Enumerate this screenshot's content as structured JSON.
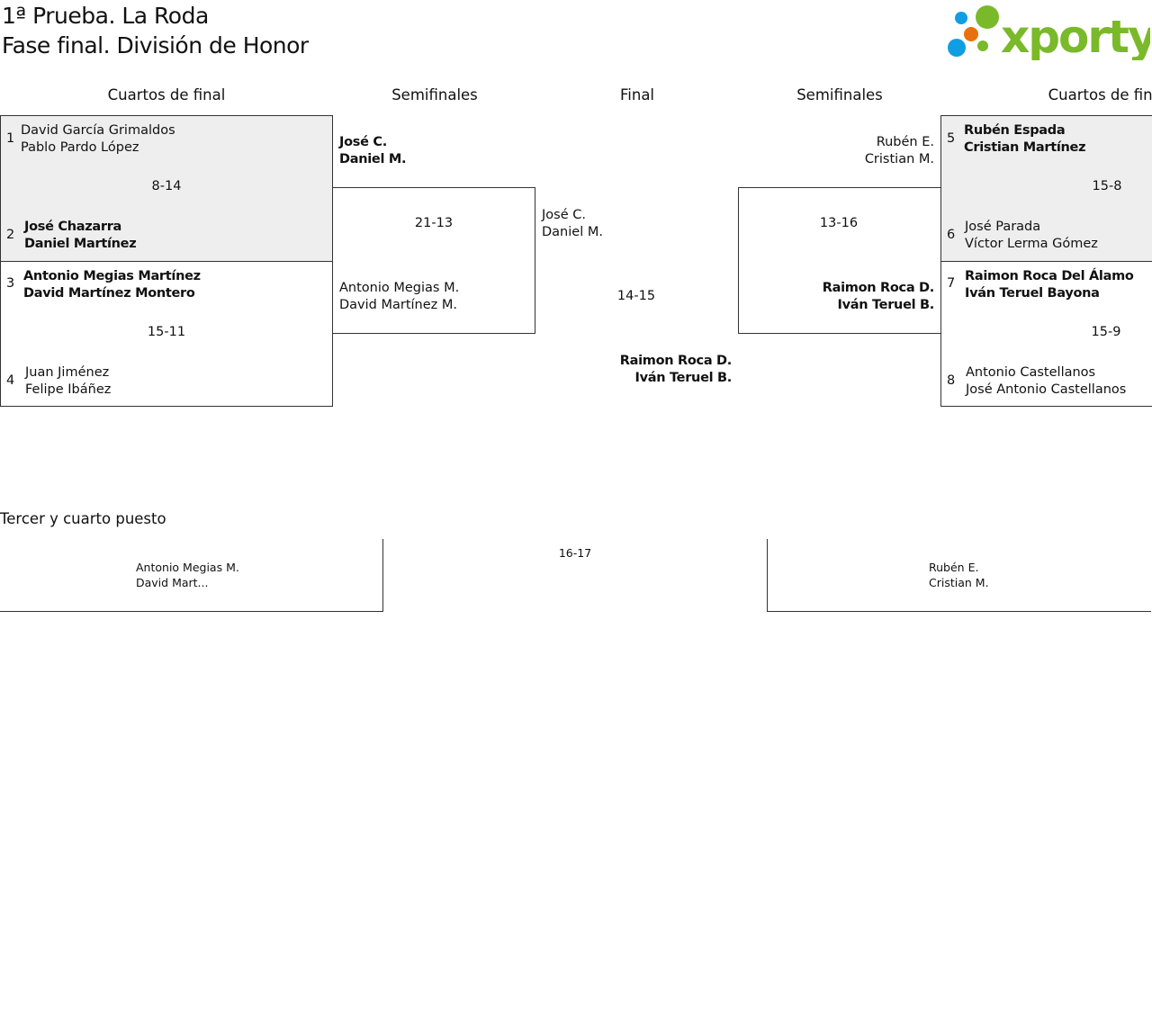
{
  "header": {
    "line1": "1ª Prueba. La Roda",
    "line2": "Fase final. División de Honor",
    "logo_text": "xporty"
  },
  "columns": {
    "qf_left": "Cuartos de final",
    "sf_left": "Semifinales",
    "final": "Final",
    "sf_right": "Semifinales",
    "qf_right": "Cuartos de final"
  },
  "qf_left": [
    {
      "seed_a": "1",
      "team_a": [
        "David García Grimaldos",
        "Pablo Pardo López"
      ],
      "score": "8-14",
      "seed_b": "2",
      "team_b": [
        "José Chazarra",
        "Daniel Martínez"
      ]
    },
    {
      "seed_a": "3",
      "team_a": [
        "Antonio Megias Martínez",
        "David Martínez Montero"
      ],
      "score": "15-11",
      "seed_b": "4",
      "team_b": [
        "Juan Jiménez",
        "Felipe Ibáñez"
      ]
    }
  ],
  "sf_left": {
    "team_a": [
      "José C.",
      "Daniel M."
    ],
    "score": "21-13",
    "team_b": [
      "Antonio Megias M.",
      "David Martínez M."
    ]
  },
  "final": {
    "team_a": [
      "José C.",
      "Daniel M."
    ],
    "score": "14-15",
    "team_b": [
      "Raimon Roca D.",
      "Iván Teruel B."
    ]
  },
  "sf_right": {
    "team_a": [
      "Rubén E.",
      "Cristian M."
    ],
    "score": "13-16",
    "team_b": [
      "Raimon Roca D.",
      "Iván Teruel B."
    ]
  },
  "qf_right": [
    {
      "seed_a": "5",
      "team_a": [
        "Rubén Espada",
        "Cristian Martínez"
      ],
      "score": "15-8",
      "seed_b": "6",
      "team_b": [
        "José Parada",
        "Víctor Lerma Gómez"
      ]
    },
    {
      "seed_a": "7",
      "team_a": [
        "Raimon Roca Del Álamo",
        "Iván Teruel Bayona"
      ],
      "score": "15-9",
      "seed_b": "8",
      "team_b": [
        "Antonio Castellanos",
        "José Antonio Castellanos"
      ]
    }
  ],
  "third_place": {
    "title": "Tercer y cuarto puesto",
    "team_a": [
      "Antonio Megias M.",
      "David Mart..."
    ],
    "score": "16-17",
    "team_b": [
      "Rubén E.",
      "Cristian M."
    ]
  },
  "colors": {
    "logo_green": "#7ab929",
    "logo_blue": "#0f9ee4",
    "logo_orange": "#e8700e",
    "box_gray": "#eeeeee"
  }
}
